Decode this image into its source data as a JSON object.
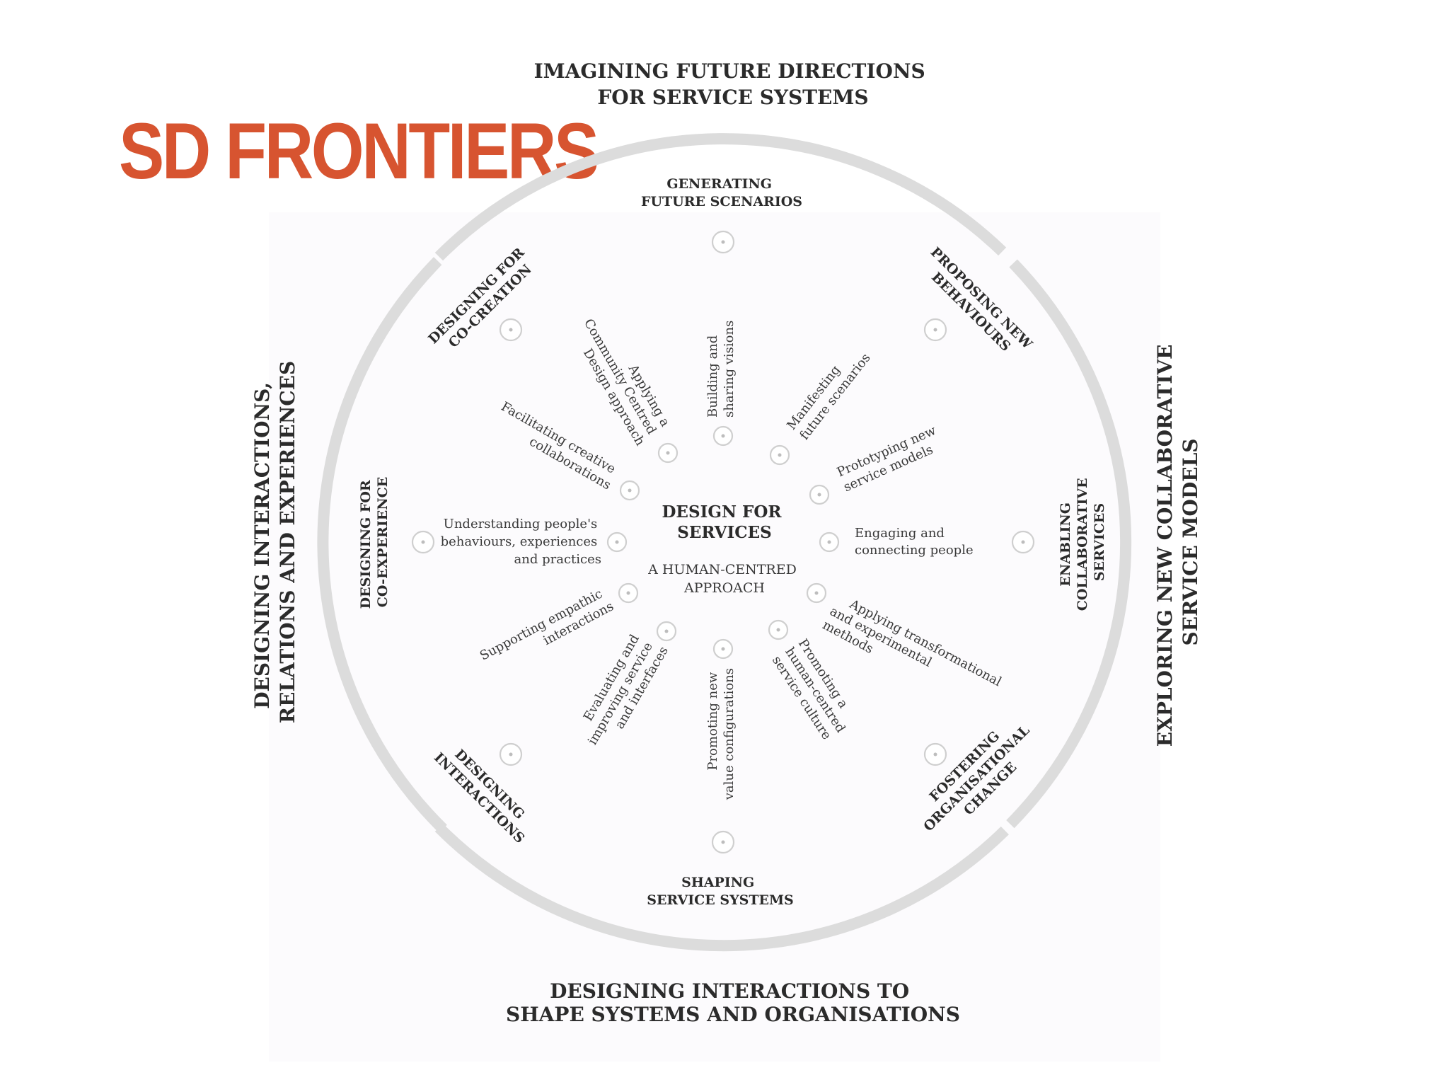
{
  "slide": {
    "title": "SD FRONTIERS"
  },
  "frontiers": {
    "top": [
      "IMAGINING FUTURE DIRECTIONS",
      "FOR SERVICE SYSTEMS"
    ],
    "left": [
      "DESIGNING INTERACTIONS,",
      "RELATIONS AND EXPERIENCES"
    ],
    "right": [
      "EXPLORING NEW COLLABORATIVE",
      "SERVICE MODELS"
    ],
    "bottom": [
      "DESIGNING INTERACTIONS TO",
      "SHAPE SYSTEMS AND ORGANISATIONS"
    ]
  },
  "areas": {
    "generating": [
      "GENERATING",
      "FUTURE SCENARIOS"
    ],
    "proposing": [
      "PROPOSING NEW",
      "BEHAVIOURS"
    ],
    "enabling": [
      "ENABLING",
      "COLLABORATIVE",
      "SERVICES"
    ],
    "fostering": [
      "FOSTERING",
      "ORGANISATIONAL",
      "CHANGE"
    ],
    "shaping": [
      "SHAPING",
      "SERVICE SYSTEMS"
    ],
    "designing_interactions": [
      "DESIGNING",
      "INTERACTIONS"
    ],
    "co_experience": [
      "DESIGNING FOR",
      "CO-EXPERIENCE"
    ],
    "co_creation": [
      "DESIGNING FOR",
      "CO-CREATION"
    ]
  },
  "actions": {
    "building": [
      "Building and",
      "sharing visions"
    ],
    "manifesting": [
      "Manifesting",
      "future scenarios"
    ],
    "prototyping": [
      "Prototyping new",
      "service models"
    ],
    "engaging": [
      "Engaging and",
      "connecting people"
    ],
    "transformational": [
      "Applying transformational",
      "and experimental",
      "methods"
    ],
    "human_centred": [
      "Promoting a",
      "human-centred",
      "service culture"
    ],
    "value_config": [
      "Promoting new",
      "value configurations"
    ],
    "evaluating": [
      "Evaluating and",
      "improving service",
      "and interfaces"
    ],
    "empathic": [
      "Supporting empathic",
      "interactions"
    ],
    "understanding": [
      "Understanding people's",
      "behaviours, experiences",
      "and practices"
    ],
    "facilitating": [
      "Facilitating creative",
      "collaborations"
    ],
    "community": [
      "Applying a",
      "Community Centred",
      "Design approach"
    ]
  },
  "center": {
    "title": [
      "DESIGN FOR",
      "SERVICES"
    ],
    "subtitle": [
      "A HUMAN-CENTRED",
      "APPROACH"
    ]
  },
  "colors": {
    "title": "#d75430",
    "ring": "#dcdcdc",
    "text": "#2b2b2b",
    "panel": "#fcfbfd"
  }
}
